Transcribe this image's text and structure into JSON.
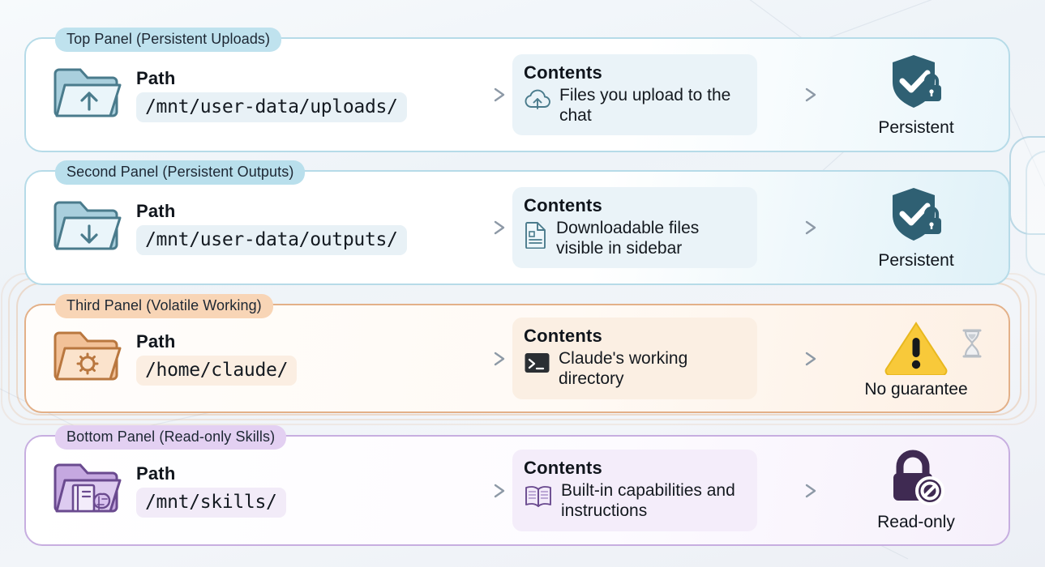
{
  "background": {
    "accent_blue": "#b6dbe8",
    "accent_orange": "#e3b088",
    "accent_purple": "#c7aee0",
    "page_bg": "#f2f5f9"
  },
  "labels": {
    "path_heading": "Path",
    "contents_heading": "Contents"
  },
  "panels": [
    {
      "id": "uploads",
      "label": "Top Panel (Persistent Uploads)",
      "label_bg": "#bfe2ee",
      "folder_icon": "folder-upload-icon",
      "path": "/mnt/user-data/uploads/",
      "contents_icon": "cloud-upload-icon",
      "contents": "Files you upload to the chat",
      "status_icon": "shield-check-lock-icon",
      "status": "Persistent",
      "status_color": "#2f6073"
    },
    {
      "id": "outputs",
      "label": "Second Panel (Persistent Outputs)",
      "label_bg": "#b9dfec",
      "folder_icon": "folder-download-icon",
      "path": "/mnt/user-data/outputs/",
      "contents_icon": "document-file-icon",
      "contents": "Downloadable files visible in sidebar",
      "status_icon": "shield-check-lock-icon",
      "status": "Persistent",
      "status_color": "#2f6073"
    },
    {
      "id": "working",
      "label": "Third Panel (Volatile Working)",
      "label_bg": "#f8d5b6",
      "folder_icon": "folder-gear-icon",
      "path": "/home/claude/",
      "contents_icon": "terminal-icon",
      "contents": "Claude's working directory",
      "status_icon": "warning-triangle-icon",
      "status": "No guarantee",
      "status_color": "#f5c518",
      "extra_icon": "hourglass-icon"
    },
    {
      "id": "skills",
      "label": "Bottom Panel (Read-only Skills)",
      "label_bg": "#e3d0f2",
      "folder_icon": "folder-book-brain-icon",
      "path": "/mnt/skills/",
      "contents_icon": "open-book-icon",
      "contents": "Built-in capabilities and instructions",
      "status_icon": "lock-blocked-icon",
      "status": "Read-only",
      "status_color": "#3f2a52"
    }
  ]
}
